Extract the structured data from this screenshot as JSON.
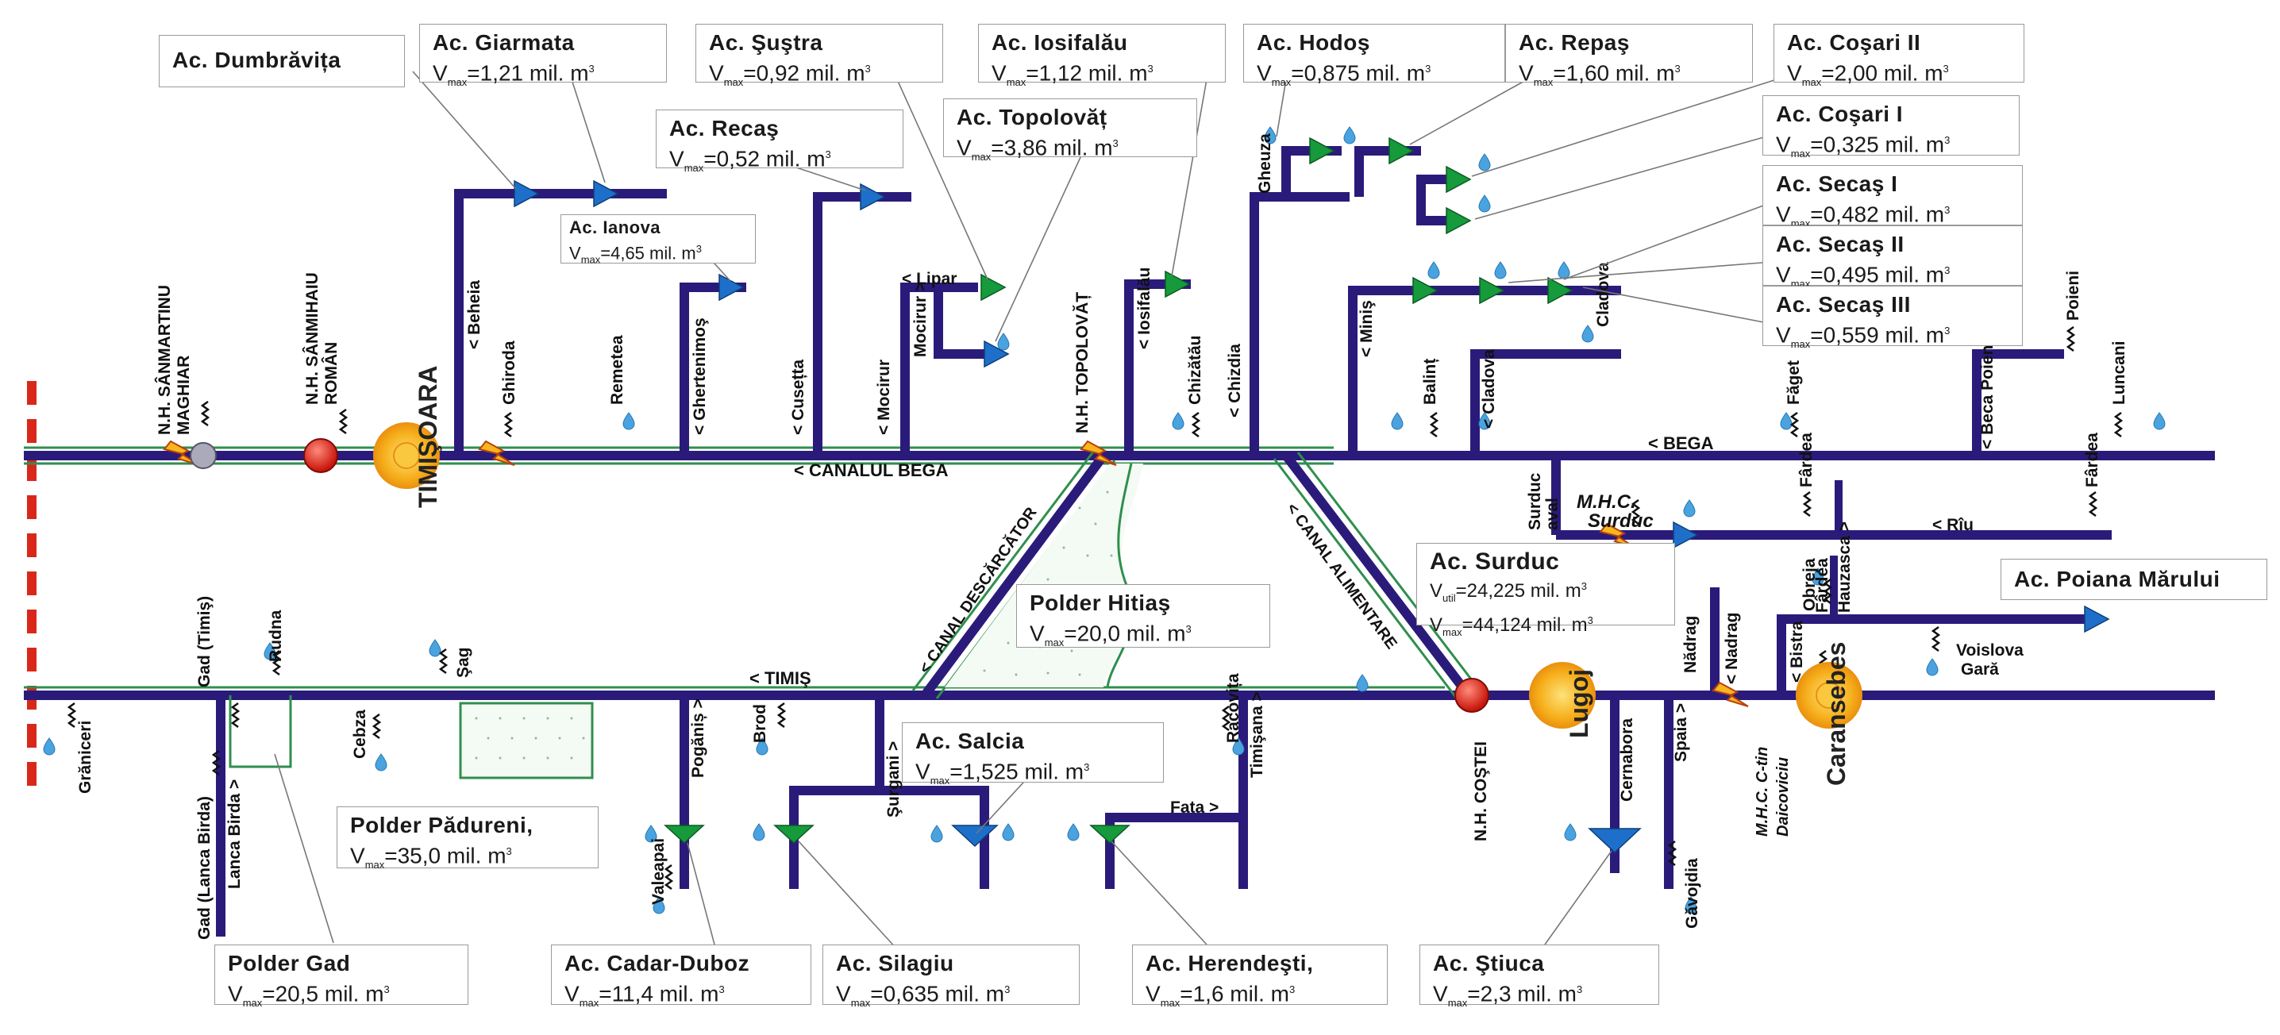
{
  "reservoirs": {
    "dumbravita": {
      "name": "Ac. Dumbrăvița"
    },
    "giarmata": {
      "name": "Ac. Giarmata",
      "v": "=1,21 mil. m"
    },
    "sustra": {
      "name": "Ac. Şuştra",
      "v": "=0,92 mil. m"
    },
    "iosifalau": {
      "name": "Ac. Iosifalău",
      "v": "=1,12 mil. m"
    },
    "hodos": {
      "name": "Ac. Hodoş",
      "v": "=0,875 mil. m"
    },
    "repas": {
      "name": "Ac. Repaş",
      "v": "=1,60 mil. m"
    },
    "cosari2": {
      "name": "Ac. Coşari II",
      "v": "=2,00 mil. m"
    },
    "recas": {
      "name": "Ac. Recaş",
      "v": "=0,52   mil. m"
    },
    "topolovat": {
      "name": "Ac. Topolovăț",
      "v": "=3,86 mil. m"
    },
    "cosari1": {
      "name": "Ac. Coşari I",
      "v": "=0,325 mil. m"
    },
    "ianova": {
      "name": "Ac. Ianova",
      "v": "=4,65 mil. m"
    },
    "secas1": {
      "name": "Ac. Secaş I",
      "v": "=0,482 mil. m"
    },
    "secas2": {
      "name": "Ac. Secaş II",
      "v": "=0,495 mil. m"
    },
    "secas3": {
      "name": "Ac. Secaş III",
      "v": "=0,559 mil. m"
    },
    "surduc": {
      "name": "Ac. Surduc",
      "v1": "=24,225 mil. m",
      "v2": "=44,124 mil. m",
      "sub1": "util",
      "sub2": "max"
    },
    "poiana": {
      "name": "Ac. Poiana Mărului"
    },
    "salcia": {
      "name": "Ac. Salcia",
      "v": "=1,525 mil. m"
    },
    "cadar": {
      "name": "Ac. Cadar-Duboz",
      "v": "=11,4 mil. m"
    },
    "silagiu": {
      "name": "Ac. Silagiu",
      "v": "=0,635 mil. m"
    },
    "herendesti": {
      "name": "Ac. Herendeşti,",
      "v": "=1,6 mil. m"
    },
    "stiuca": {
      "name": "Ac. Ştiuca",
      "v": "=2,3 mil. m"
    }
  },
  "polders": {
    "hitias": {
      "name": "Polder Hitiaş",
      "v": "=20,0 mil. m"
    },
    "padureni": {
      "name": "Polder Pădureni,",
      "v": "=35,0 mil. m"
    },
    "gad": {
      "name": "Polder Gad",
      "v": "=20,5 mil. m"
    }
  },
  "vmax": {
    "v": "V",
    "sub": "max",
    "sup": "3"
  },
  "labels": {
    "timisoara": "TIMIŞOARA",
    "lugoj": "Lugoj",
    "caransebes": "Caransebes",
    "canal_bega": "< CANALUL BEGA",
    "bega": "< BEGA",
    "timis": "< TIMIŞ",
    "canal_descarcator": "< CANAL DESCĂRCĂTOR",
    "canal_alimentare": "< CANAL ALIMENTARE",
    "mhc_surduc_1": "M.H.C.",
    "mhc_surduc_2": "Surduc",
    "mhc_daicoviciu_1": "M.H.C. C-tin",
    "mhc_daicoviciu_2": "Daicoviciu",
    "nh_sanmartinu_1": "N.H. SÂNMARTINU",
    "nh_sanmartinu_2": "MAGHIAR",
    "nh_sanmihaiu_1": "N.H. SÂNMIHAIU",
    "nh_sanmihaiu_2": "ROMÂN",
    "nh_topolovat": "N.H. TOPOLOVĂȚ",
    "nh_costei": "N.H. COŞTEI",
    "ghiroda": "Ghiroda",
    "remetea": "Remetea",
    "chizatau": "Chizătău",
    "balint": "Balinț",
    "cladova": "Cladova",
    "faget": "Făget",
    "poieni": "Poieni",
    "luncani": "Luncani",
    "fardea1": "Fârdea",
    "fardea2": "Fârdea",
    "fardea3": "Fârdea",
    "surduc_aval_1": "Surduc",
    "surduc_aval_2": "aval",
    "obreja": "Obreja",
    "voislova_1": "Voislova",
    "voislova_2": "Gară",
    "nadrag": "Nădrag",
    "gavojdia": "Găvojdia",
    "grinceni": "Grăniceri",
    "gad_timis": "Gad (Timiş)",
    "rudna": "Rudna",
    "sag": "Şag",
    "cebza": "Cebza",
    "brod": "Brod",
    "racovita": "Racovița",
    "valeapai": "Valeapai",
    "gad_lanca": "Gad (Lanca Birda)",
    "r_beheia": "< Beheia",
    "r_ghertenis": "< Ghertenimoş",
    "r_cuseta": "< Cusețta",
    "r_mocirur": "< Mocirur",
    "r_lipar": "< Lipar",
    "r_mocirur2": "Mocirur >",
    "r_iosifalau": "< Iosifalău",
    "r_chizdia": "< Chizdia",
    "r_gheuza": "Gheuza",
    "r_minis": "< Miniş",
    "r_cladova": "< Cladova",
    "r_beca": "< Beca Poieniior",
    "r_bistra": "< Bistra",
    "r_nadrag": "< Nadrag",
    "r_hauzasca": "Hauzasca >",
    "r_spaia": "Spaia >",
    "r_cernabora": "Cernabora",
    "r_pogaris": "Pogăniș >",
    "r_surgani": "Şurgani >",
    "r_timisana": "Timişana >",
    "r_fata": "Fata >",
    "r_lanca": "Lanca Birda >",
    "r_ruri": "< Rîu"
  },
  "colors": {
    "river": "#2a1b7a",
    "canal": "#2f8f4e",
    "blue_valve": "#1e6fc9",
    "green_valve": "#169a3c",
    "border_red": "#d9281a",
    "city": "#f7b51f"
  }
}
